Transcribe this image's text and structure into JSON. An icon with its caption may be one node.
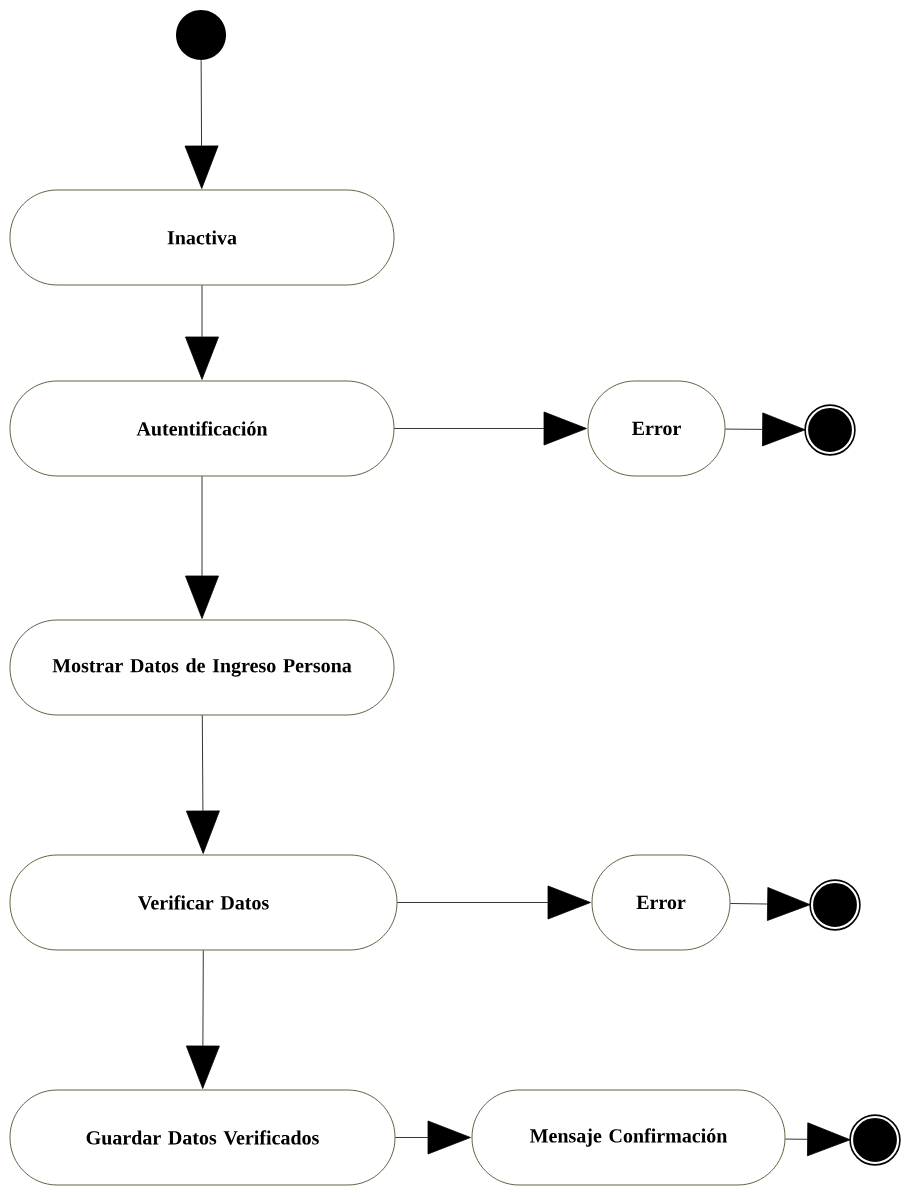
{
  "diagram": {
    "nodes": [
      {
        "text": [],
        "shape": "circle"
      },
      {
        "text": [
          "Inactiva"
        ]
      },
      {
        "text": [
          "Autentificación"
        ]
      },
      {
        "text": [
          "Error"
        ]
      },
      {
        "text": [],
        "shape": "circle"
      },
      {
        "text": [
          "Mostrar Datos de Ingreso Persona"
        ]
      },
      {
        "text": [
          "Verificar Datos"
        ]
      },
      {
        "text": [
          "Error"
        ]
      },
      {
        "text": [],
        "shape": "circle"
      },
      {
        "text": [
          "Guardar Datos Verificados"
        ]
      },
      {
        "text": [
          "Mensaje Confirmación"
        ]
      },
      {
        "text": [],
        "shape": "circle"
      }
    ],
    "edges": [
      {
        "from": 0,
        "to": 1,
        "arrow": "to"
      },
      {
        "from": 1,
        "to": 2,
        "arrow": "to"
      },
      {
        "from": 2,
        "to": 3,
        "arrow": "to"
      },
      {
        "from": 3,
        "to": 4,
        "arrow": "to"
      },
      {
        "from": 2,
        "to": 5,
        "arrow": "to"
      },
      {
        "from": 5,
        "to": 6,
        "arrow": "to"
      },
      {
        "from": 6,
        "to": 7,
        "arrow": "to"
      },
      {
        "from": 7,
        "to": 8,
        "arrow": "to"
      },
      {
        "from": 6,
        "to": 9,
        "arrow": "to"
      },
      {
        "from": 9,
        "to": 10,
        "arrow": "to"
      },
      {
        "from": 10,
        "to": 11,
        "arrow": "to"
      }
    ]
  }
}
